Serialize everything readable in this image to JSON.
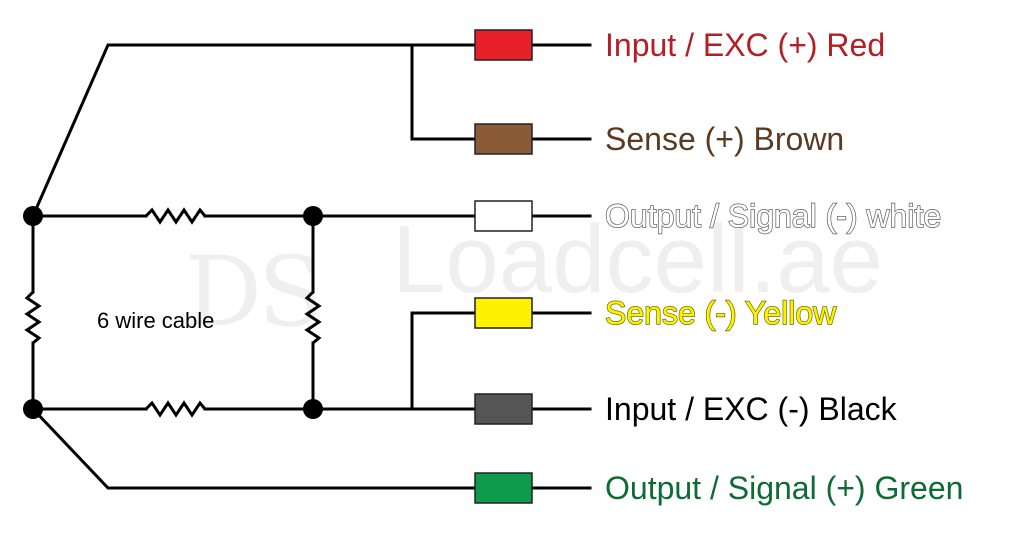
{
  "watermark": {
    "text": "Loadcell.ae"
  },
  "cable_label": "6 wire cable",
  "wires": [
    {
      "label": "Input / EXC (+) Red",
      "color": "#e8202a",
      "text_color": "#b51e25",
      "outline": "none"
    },
    {
      "label": "Sense (+) Brown",
      "color": "#8b5a36",
      "text_color": "#5a3a22",
      "outline": "none"
    },
    {
      "label": "Output / Signal (-) white",
      "color": "#ffffff",
      "text_color": "#ffffff",
      "outline": "#5a5a5a"
    },
    {
      "label": "Sense (-) Yellow",
      "color": "#fff200",
      "text_color": "#fff200",
      "outline": "#6b6b00"
    },
    {
      "label": "Input / EXC (-) Black",
      "color": "#555555",
      "text_color": "#000000",
      "outline": "none"
    },
    {
      "label": "Output / Signal (+) Green",
      "color": "#0d9a4a",
      "text_color": "#0f6b35",
      "outline": "none"
    }
  ]
}
